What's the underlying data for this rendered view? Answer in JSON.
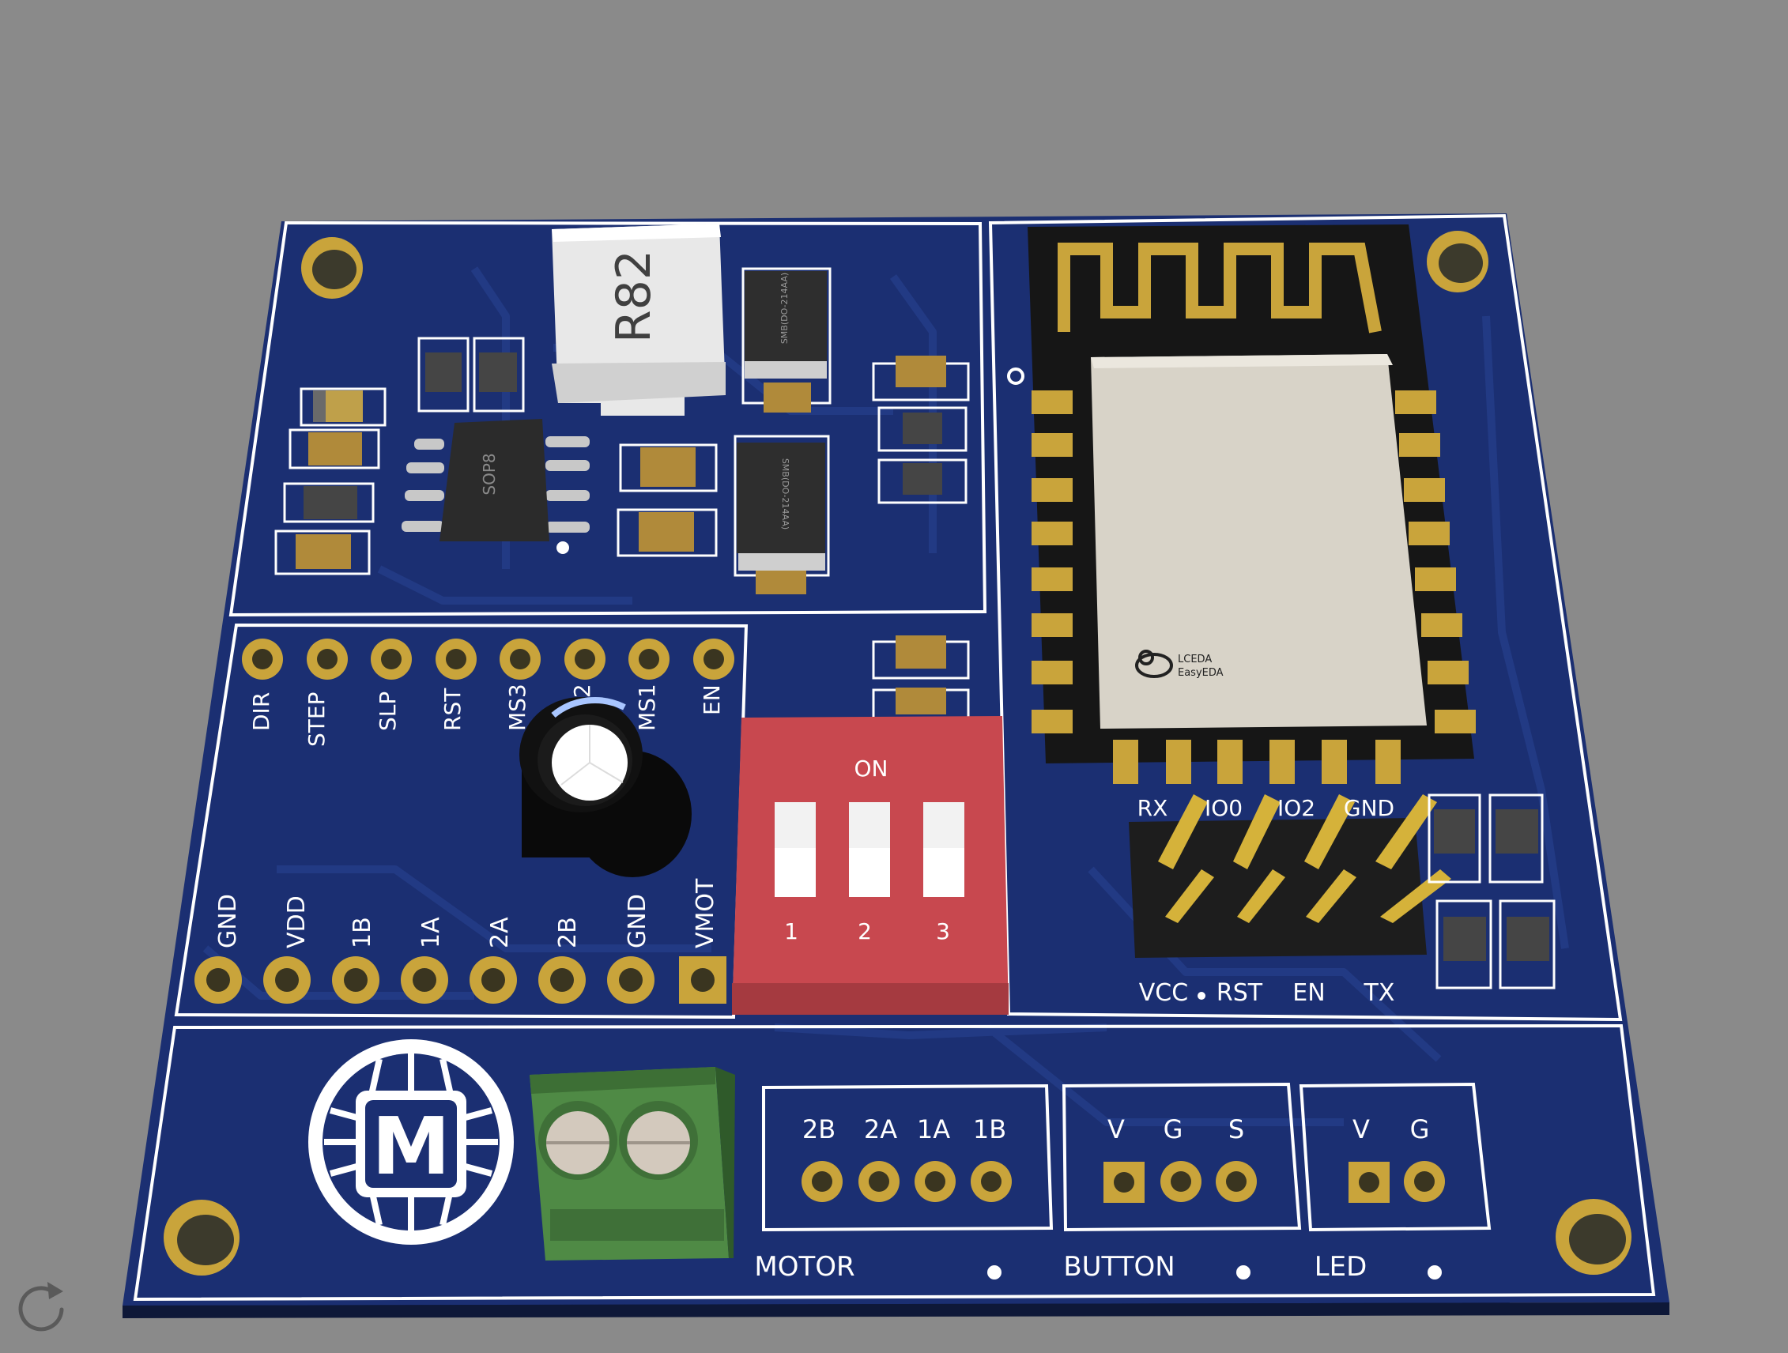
{
  "board": {
    "pcb_color": "#1b2f72",
    "silk_color": "#ffffff",
    "pad_color": "#c9a43b",
    "background_color": "#8a8a8a"
  },
  "components": {
    "inductor_label": "R82",
    "ic_label": "SOP8",
    "diode_top_label": "SMB(DO-214AA)",
    "diode_bottom_label": "SMB(DO-214AA)",
    "module_logo_line1": "LCEDA",
    "module_logo_line2": "EasyEDA"
  },
  "driver_header_top": {
    "labels": [
      "DIR",
      "STEP",
      "SLP",
      "RST",
      "MS3",
      "MS2",
      "MS1",
      "EN"
    ]
  },
  "driver_header_bottom": {
    "labels": [
      "GND",
      "VDD",
      "1B",
      "1A",
      "2A",
      "2B",
      "GND",
      "VMOT"
    ]
  },
  "dip_switch": {
    "on_label": "ON",
    "positions": [
      "1",
      "2",
      "3"
    ]
  },
  "prog_header": {
    "top_labels": [
      "RX",
      "IO0",
      "IO2",
      "GND"
    ],
    "bottom_labels": [
      "VCC",
      "RST",
      "EN",
      "TX"
    ]
  },
  "connectors": {
    "motor": {
      "pins": [
        "2B",
        "2A",
        "1A",
        "1B"
      ],
      "label": "MOTOR"
    },
    "button": {
      "pins": [
        "V",
        "G",
        "S"
      ],
      "label": "BUTTON"
    },
    "led": {
      "pins": [
        "V",
        "G"
      ],
      "label": "LED"
    }
  },
  "logo": {
    "letter": "M"
  },
  "toolbar": {
    "reset_view_icon": "rotate-view-icon"
  }
}
